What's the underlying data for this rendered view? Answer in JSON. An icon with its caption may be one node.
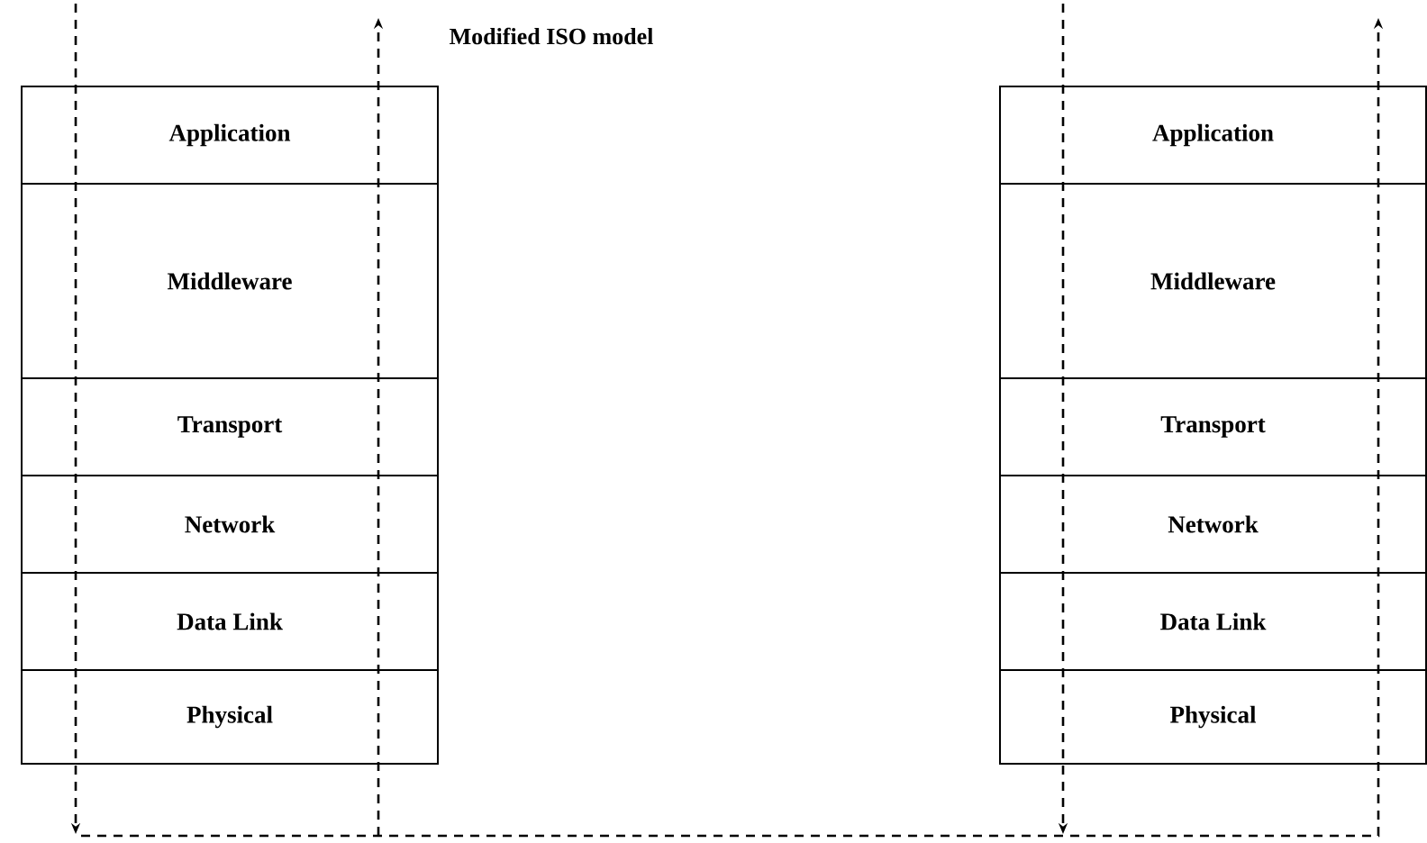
{
  "diagram": {
    "title": "Modified ISO model",
    "nodes": [
      {
        "text": [
          "Application"
        ]
      },
      {
        "text": [
          "Middleware"
        ]
      },
      {
        "text": [
          "Transport"
        ]
      },
      {
        "text": [
          "Network"
        ]
      },
      {
        "text": [
          "Data Link"
        ]
      },
      {
        "text": [
          "Physical"
        ]
      },
      {
        "text": [
          "Application"
        ]
      },
      {
        "text": [
          "Middleware"
        ]
      },
      {
        "text": [
          "Transport"
        ]
      },
      {
        "text": [
          "Network"
        ]
      },
      {
        "text": [
          "Data Link"
        ]
      },
      {
        "text": [
          "Physical"
        ]
      }
    ]
  }
}
